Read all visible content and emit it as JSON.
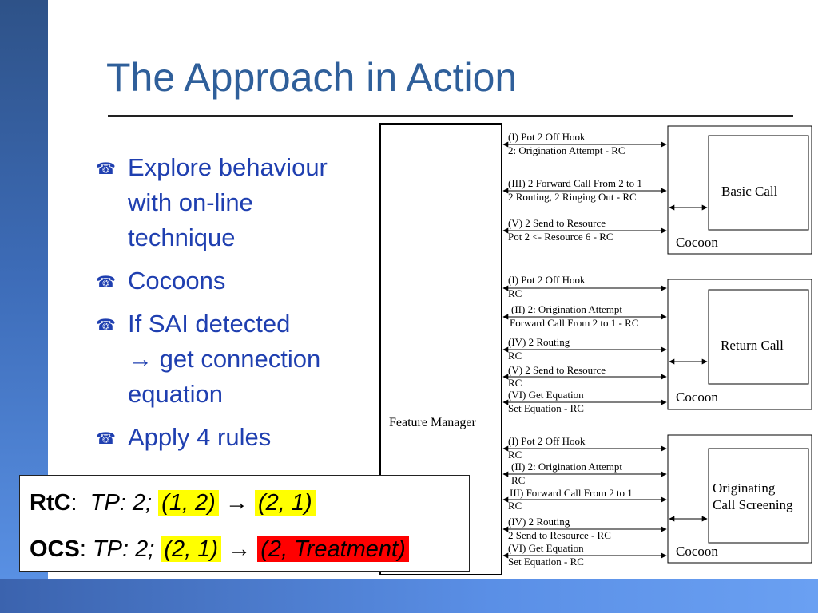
{
  "slide": {
    "title": "The Approach in Action"
  },
  "bullets": [
    {
      "icon": "telephone-icon",
      "lines": [
        "Explore behaviour",
        "with on-line",
        "technique"
      ]
    },
    {
      "icon": "telephone-icon",
      "lines": [
        "Cocoons"
      ]
    },
    {
      "icon": "telephone-icon",
      "lines": [
        "If SAI detected",
        "→ get connection",
        "equation"
      ]
    },
    {
      "icon": "telephone-icon",
      "lines": [
        "Apply 4 rules"
      ]
    }
  ],
  "diagram": {
    "feature_manager": "Feature Manager",
    "cocoons": [
      {
        "feature_lines": [
          "Basic Call"
        ],
        "label": "Cocoon",
        "messages": [
          "(I) Pot 2 Off Hook",
          "2: Origination Attempt - RC",
          "(III) 2 Forward Call From 2 to 1",
          "2 Routing, 2 Ringing Out - RC",
          "(V) 2 Send to Resource",
          "Pot 2 <- Resource 6 - RC"
        ]
      },
      {
        "feature_lines": [
          "Return Call"
        ],
        "label": "Cocoon",
        "messages": [
          "(I) Pot 2 Off Hook",
          "RC",
          "(II) 2: Origination Attempt",
          "Forward Call From 2 to 1 - RC",
          "(IV) 2 Routing",
          "RC",
          "(V) 2 Send to Resource",
          "RC",
          "(VI) Get Equation",
          "Set Equation - RC"
        ]
      },
      {
        "feature_lines": [
          "Originating",
          "Call Screening"
        ],
        "label": "Cocoon",
        "messages": [
          "(I) Pot 2 Off Hook",
          "RC",
          "(II) 2: Origination Attempt",
          "RC",
          "III) Forward Call From 2 to 1",
          "RC",
          "(IV) 2 Routing",
          "2 Send to Resource - RC",
          "(VI) Get Equation",
          "Set Equation - RC"
        ]
      }
    ]
  },
  "rules": {
    "rtc": {
      "name": "RtC",
      "sep": ":",
      "tp": "TP: 2;",
      "from": "(1, 2)",
      "arrow": "→",
      "to": "(2, 1)"
    },
    "ocs": {
      "name": "OCS",
      "sep": ":",
      "tp": "TP: 2;",
      "from": "(2, 1)",
      "arrow": "→",
      "to": "(2, Treatment)"
    }
  },
  "colors": {
    "title": "#2f5f9a",
    "bullet_text": "#1f3fb0",
    "highlight_yellow": "#ffff00",
    "highlight_red": "#ff0000"
  }
}
